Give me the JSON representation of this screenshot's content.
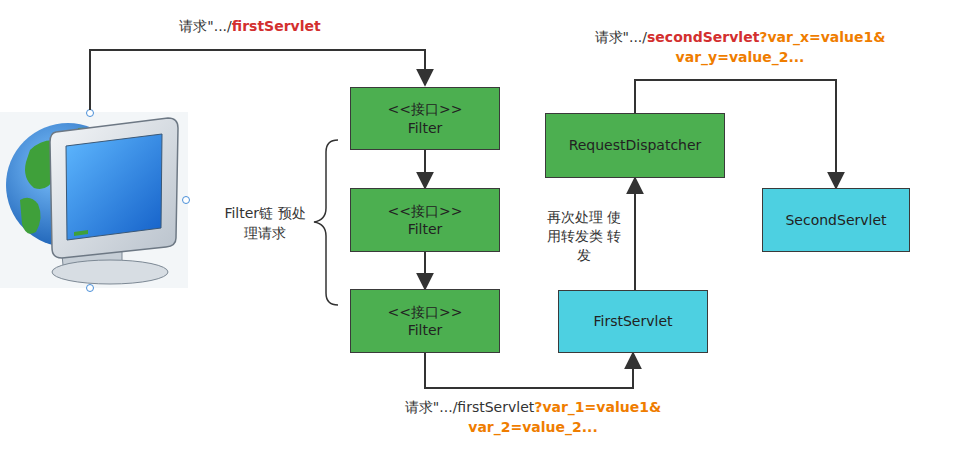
{
  "diagram": {
    "nodes": [
      {
        "text": [
          "<<接口>>",
          "Filter"
        ]
      },
      {
        "text": [
          "<<接口>>",
          "Filter"
        ]
      },
      {
        "text": [
          "<<接口>>",
          "Filter"
        ]
      },
      {
        "text": [
          "FirstServlet"
        ]
      },
      {
        "text": [
          "RequestDispatcher"
        ]
      },
      {
        "text": [
          "SecondServlet"
        ]
      }
    ],
    "edges": [
      {
        "from": 0,
        "to": 1,
        "arrow": "to"
      },
      {
        "from": 1,
        "to": 2,
        "arrow": "to"
      },
      {
        "from": 2,
        "to": 3,
        "arrow": "to"
      },
      {
        "from": 3,
        "to": 4,
        "label": "再次处理 使用转发类 转发",
        "arrow": "to"
      },
      {
        "from": 4,
        "to": 5,
        "arrow": "to"
      }
    ],
    "labels": [
      "请求\".../",
      "firstServlet",
      "Filter链 预处理请求",
      "请求\".../firstServlet",
      "?var_1=value1& var_2=value_2...",
      "请求\".../",
      "secondServlet",
      "?var_x=value1& var_y=value_2..."
    ]
  }
}
